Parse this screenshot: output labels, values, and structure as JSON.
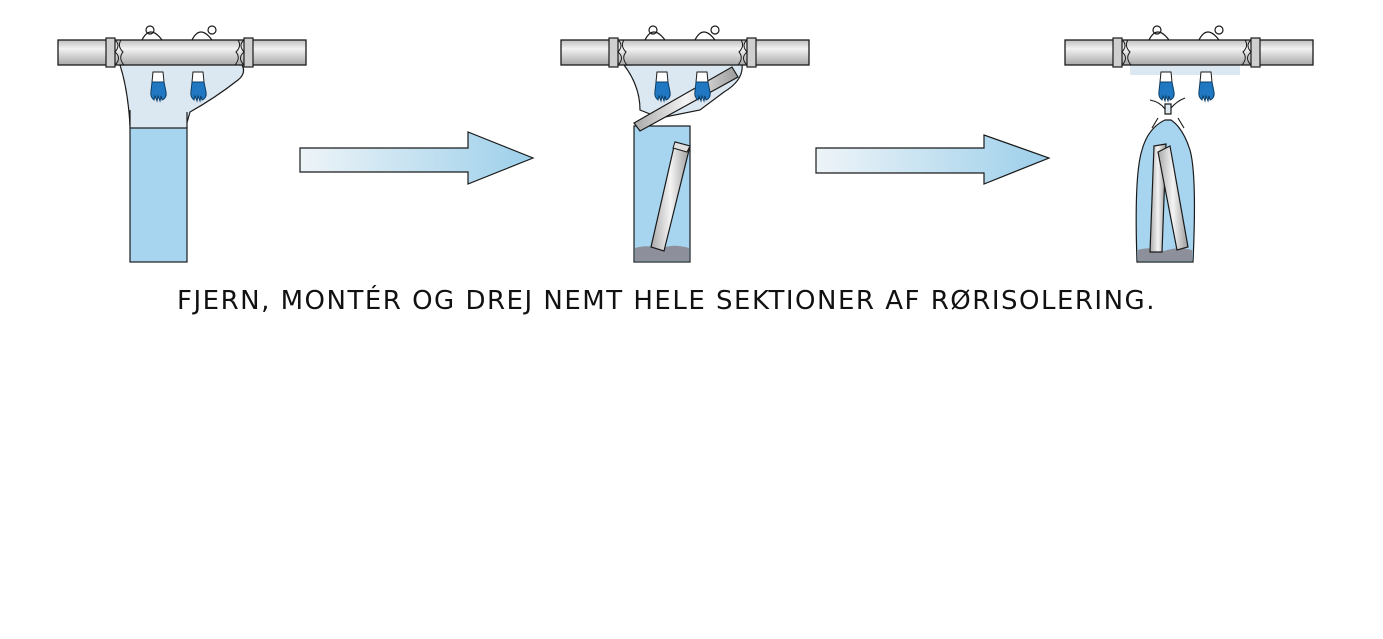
{
  "diagram": {
    "caption": "FJERN, MONTÉR OG DREJ NEMT HELE SEKTIONER AF RØRISOLERING.",
    "steps": [
      {
        "label": "step-1-glovebag-on-pipe"
      },
      {
        "label": "step-2-insulation-dropped-in-bag"
      },
      {
        "label": "step-3-bag-twisted-and-sealed"
      }
    ],
    "colors": {
      "bag_fill": "#dbe8f1",
      "liquid_fill": "#a7d4ee",
      "glove": "#1f78c1",
      "pipe": "#d7d7d7",
      "debris": "#8d8f9a",
      "arrow_start": "#eef4f8",
      "arrow_end": "#9ccfea",
      "outline": "#1a1a1a"
    }
  }
}
